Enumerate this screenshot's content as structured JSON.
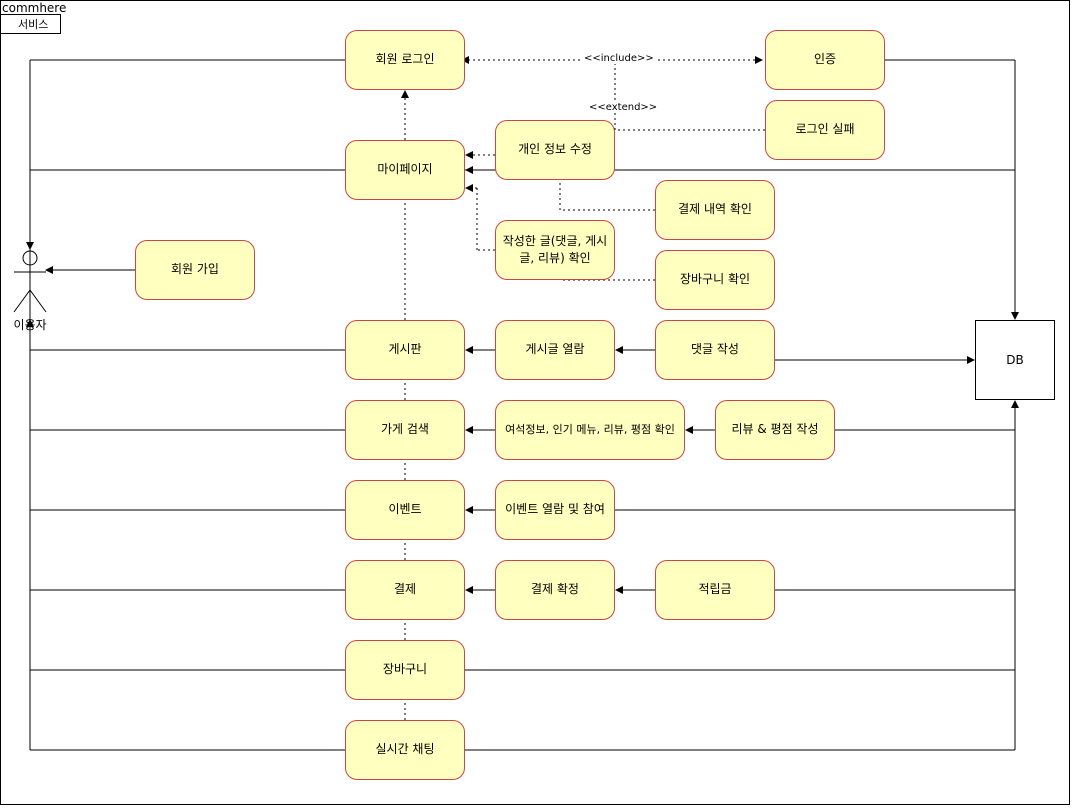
{
  "frame": {
    "title": "commhere",
    "subtitle": "서비스"
  },
  "actor": {
    "label": "이용자"
  },
  "db": {
    "label": "DB"
  },
  "stereotypes": {
    "include": "<<include>>",
    "extend": "<<extend>>"
  },
  "use_cases": {
    "login": "회원 로그인",
    "auth": "인증",
    "login_fail": "로그인 실패",
    "mypage": "마이페이지",
    "edit_info": "개인 정보 수정",
    "payment_history": "결제 내역 확인",
    "my_posts": "작성한 글(댓글, 게시글, 리뷰) 확인",
    "cart_check": "장바구니 확인",
    "signup": "회원 가입",
    "board": "게시판",
    "post_view": "게시글 열람",
    "comment_write": "댓글 작성",
    "store_search": "가게 검색",
    "store_info": "여석정보, 인기 메뉴, 리뷰, 평점 확인",
    "review_write": "리뷰 & 평점 작성",
    "event": "이벤트",
    "event_join": "이벤트 열람 및 참여",
    "payment": "결제",
    "payment_confirm": "결제 확정",
    "points": "적립금",
    "cart": "장바구니",
    "chat": "실시간 채팅"
  }
}
